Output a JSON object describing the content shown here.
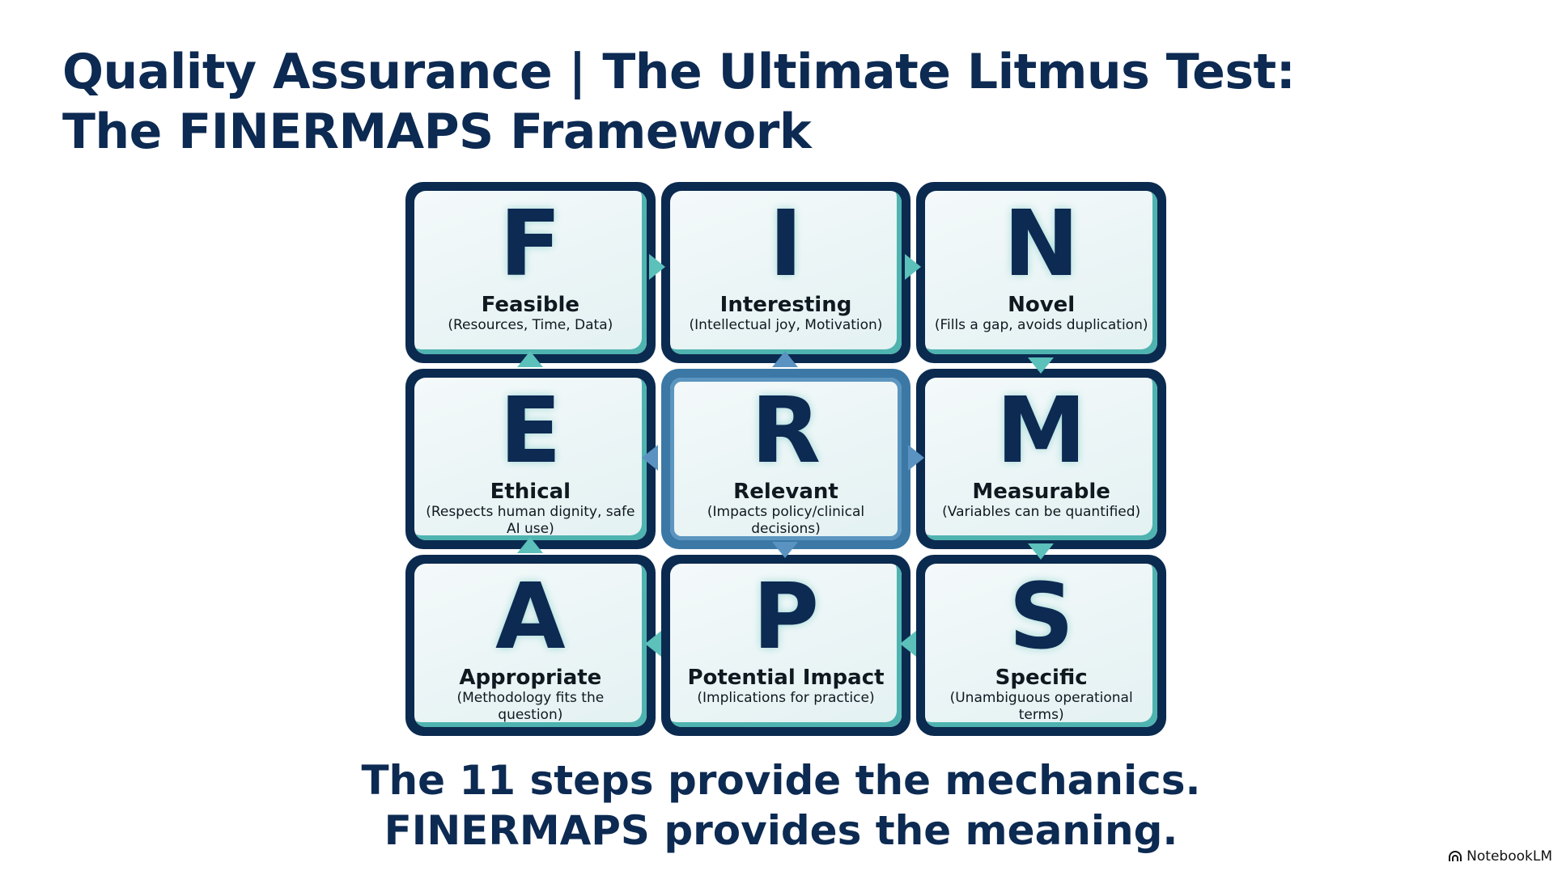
{
  "title_line1": "Quality Assurance | The Ultimate Litmus Test:",
  "title_line2": "The FINERMAPS Framework",
  "tiles": [
    {
      "letter": "F",
      "name": "Feasible",
      "desc": "(Resources, Time, Data)"
    },
    {
      "letter": "I",
      "name": "Interesting",
      "desc": "(Intellectual joy, Motivation)"
    },
    {
      "letter": "N",
      "name": "Novel",
      "desc": "(Fills a gap, avoids duplication)"
    },
    {
      "letter": "E",
      "name": "Ethical",
      "desc": "(Respects human dignity, safe AI use)"
    },
    {
      "letter": "R",
      "name": "Relevant",
      "desc": "(Impacts policy/clinical decisions)"
    },
    {
      "letter": "M",
      "name": "Measurable",
      "desc": "(Variables can be quantified)"
    },
    {
      "letter": "A",
      "name": "Appropriate",
      "desc": "(Methodology fits the question)"
    },
    {
      "letter": "P",
      "name": "Potential Impact",
      "desc": "(Implications for practice)"
    },
    {
      "letter": "S",
      "name": "Specific",
      "desc": "(Unambiguous operational terms)"
    }
  ],
  "tagline_line1": "The 11 steps provide the mechanics.",
  "tagline_line2": "FINERMAPS provides the meaning.",
  "brand": "NotebookLM",
  "colors": {
    "navy": "#0b2a4f",
    "teal": "#4fb3b0",
    "steel_blue": "#3b78a6"
  }
}
